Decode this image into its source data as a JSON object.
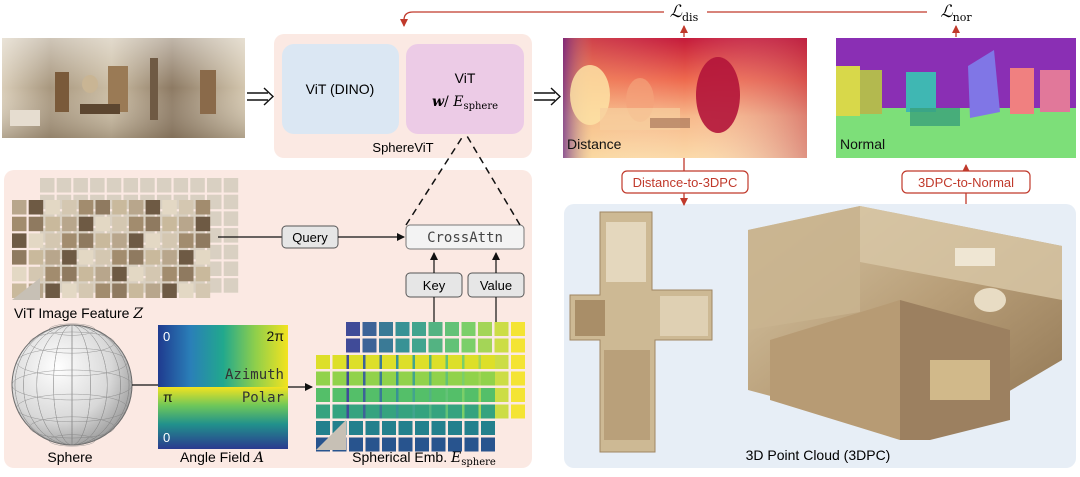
{
  "spherevit": {
    "title": "SphereViT",
    "block1_label": "ViT (DINO)",
    "block2_line1": "ViT",
    "block2_w": "w",
    "block2_slash": "/ ",
    "block2_E": "E",
    "block2_sub": "sphere"
  },
  "losses": {
    "dis_L": "ℒ",
    "dis_sub": "dis",
    "nor_L": "ℒ",
    "nor_sub": "nor"
  },
  "outputs": {
    "distance_label": "Distance",
    "normal_label": "Normal"
  },
  "conversions": {
    "distance_to_3dpc": "Distance-to-3DPC",
    "3dpc_to_normal": "3DPC-to-Normal"
  },
  "attention": {
    "query": "Query",
    "key": "Key",
    "value": "Value",
    "crossattn": "CrossAttn"
  },
  "features": {
    "vit_feature_prefix": "ViT Image Feature ",
    "vit_feature_symbol": "Z",
    "sphere_label": "Sphere",
    "angle_field_prefix": "Angle Field ",
    "angle_field_symbol": "A",
    "spherical_emb_prefix": "Spherical Emb. ",
    "spherical_emb_E": "E",
    "spherical_emb_sub": "sphere"
  },
  "angle_field": {
    "zero_top": "0",
    "two_pi": "2π",
    "azimuth": "Azimuth",
    "pi": "π",
    "polar": "Polar",
    "zero_bottom": "0"
  },
  "pointcloud": {
    "label": "3D Point Cloud (3DPC)"
  },
  "colors": {
    "accent_red": "#c0392b",
    "panel_pink": "#fbe9e3",
    "panel_blue": "#e7eef6",
    "vit_blue": "#dbe7f3",
    "vit_pink": "#eccbe6",
    "box_gray": "#e6e6e6"
  }
}
